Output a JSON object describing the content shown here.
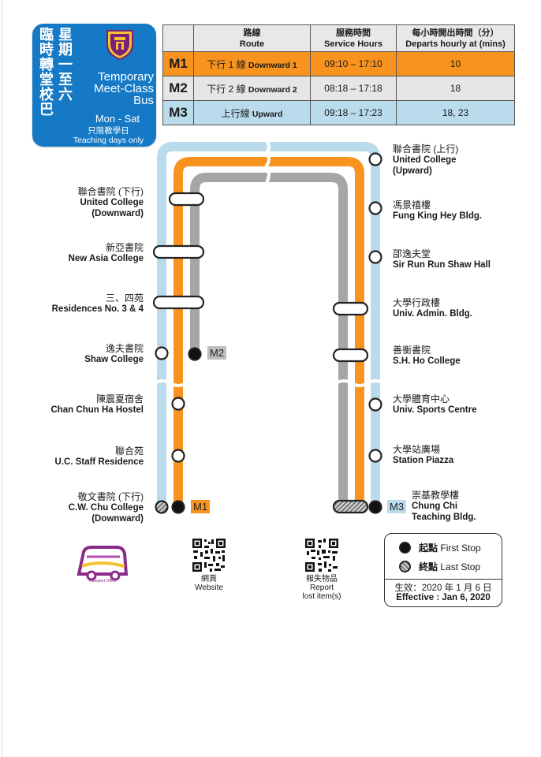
{
  "header": {
    "title_zh_1": "臨時轉堂校巴",
    "title_zh_2": "星期一至六",
    "title_en_1": "Temporary",
    "title_en_2": "Meet-Class",
    "title_en_3": "Bus",
    "days_en": "Mon - Sat",
    "note_zh": "只限教學日",
    "note_en": "Teaching days only"
  },
  "table": {
    "col_route_zh": "路線",
    "col_route_en": "Route",
    "col_hours_zh": "服務時間",
    "col_hours_en": "Service Hours",
    "col_freq_zh": "每小時開出時間（分）",
    "col_freq_en": "Departs hourly at (mins)",
    "rows": [
      {
        "code": "M1",
        "route_zh": "下行 1 線",
        "route_en": "Downward 1",
        "hours": "09:10 – 17:10",
        "departs": "10"
      },
      {
        "code": "M2",
        "route_zh": "下行 2 線",
        "route_en": "Downward 2",
        "hours": "08:18 – 17:18",
        "departs": "18"
      },
      {
        "code": "M3",
        "route_zh": "上行線",
        "route_en": "Upward",
        "hours": "09:18 – 17:23",
        "departs": "18, 23"
      }
    ]
  },
  "colors": {
    "m1": "#f7931e",
    "m2": "#a6a6a6",
    "m3": "#b9dbec",
    "header_blue": "#1579c5"
  },
  "stops_left": [
    {
      "zh": "聯合書院 (下行)",
      "en": "United College",
      "en2": "(Downward)"
    },
    {
      "zh": "新亞書院",
      "en": "New Asia College",
      "en2": ""
    },
    {
      "zh": "三、四苑",
      "en": "Residences No. 3 & 4",
      "en2": ""
    },
    {
      "zh": "逸夫書院",
      "en": "Shaw College",
      "en2": ""
    },
    {
      "zh": "陳震夏宿舍",
      "en": "Chan Chun Ha Hostel",
      "en2": ""
    },
    {
      "zh": "聯合苑",
      "en": "U.C. Staff Residence",
      "en2": ""
    },
    {
      "zh": "敬文書院 (下行)",
      "en": "C.W. Chu College",
      "en2": "(Downward)"
    }
  ],
  "stops_right": [
    {
      "zh": "聯合書院 (上行)",
      "en": "United College",
      "en2": "(Upward)"
    },
    {
      "zh": "馮景禧樓",
      "en": "Fung King Hey Bldg.",
      "en2": ""
    },
    {
      "zh": "邵逸夫堂",
      "en": "Sir Run Run Shaw Hall",
      "en2": ""
    },
    {
      "zh": "大學行政樓",
      "en": "Univ. Admin. Bldg.",
      "en2": ""
    },
    {
      "zh": "善衡書院",
      "en": "S.H. Ho College",
      "en2": ""
    },
    {
      "zh": "大學體育中心",
      "en": "Univ. Sports Centre",
      "en2": ""
    },
    {
      "zh": "大學站廣場",
      "en": "Station Piazza",
      "en2": ""
    },
    {
      "zh": "崇基教學樓",
      "en": "Chung Chi",
      "en2": "Teaching Bldg."
    }
  ],
  "route_tags": {
    "m1": "M1",
    "m2": "M2",
    "m3": "M3"
  },
  "footer": {
    "website_zh": "網頁",
    "website_en": "Website",
    "report_zh": "報失物品",
    "report_en": "Report",
    "report_en2": "lost item(s)",
    "legend_first_zh": "起點",
    "legend_first_en": "First Stop",
    "legend_last_zh": "終點",
    "legend_last_en": "Last Stop",
    "effective_zh": "生效：2020 年 1 月 6 日",
    "effective_en": "Effective : Jan 6, 2020",
    "logo_text": "Transport Office"
  }
}
